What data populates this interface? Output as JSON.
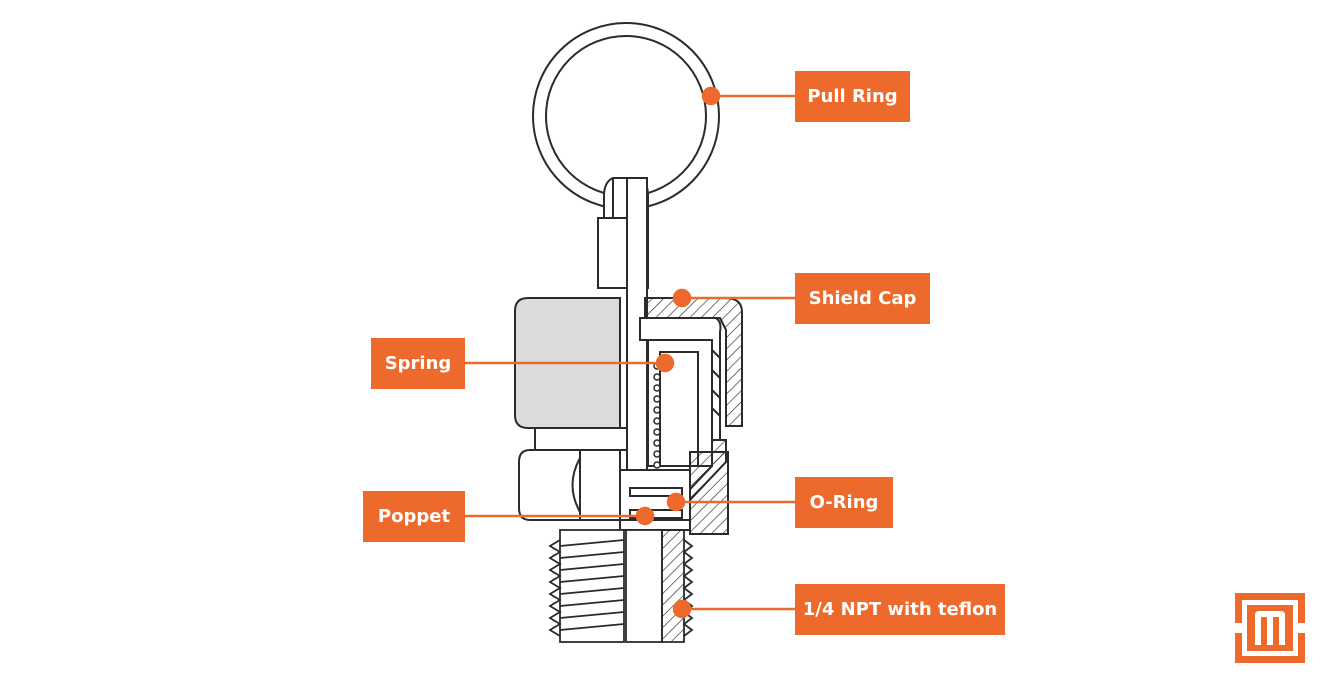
{
  "colors": {
    "accent": "#ee6a2c",
    "line": "#2b2b2b",
    "fill_gray": "#dcdcdc",
    "background": "#ffffff"
  },
  "callouts": [
    {
      "id": "pull-ring",
      "text": "Pull Ring"
    },
    {
      "id": "shield-cap",
      "text": "Shield Cap"
    },
    {
      "id": "spring",
      "text": "Spring"
    },
    {
      "id": "o-ring",
      "text": "O-Ring"
    },
    {
      "id": "poppet",
      "text": "Poppet"
    },
    {
      "id": "npt",
      "text": "1/4 NPT with teflon"
    }
  ],
  "logo": {
    "icon": "brand-logo-icon"
  }
}
